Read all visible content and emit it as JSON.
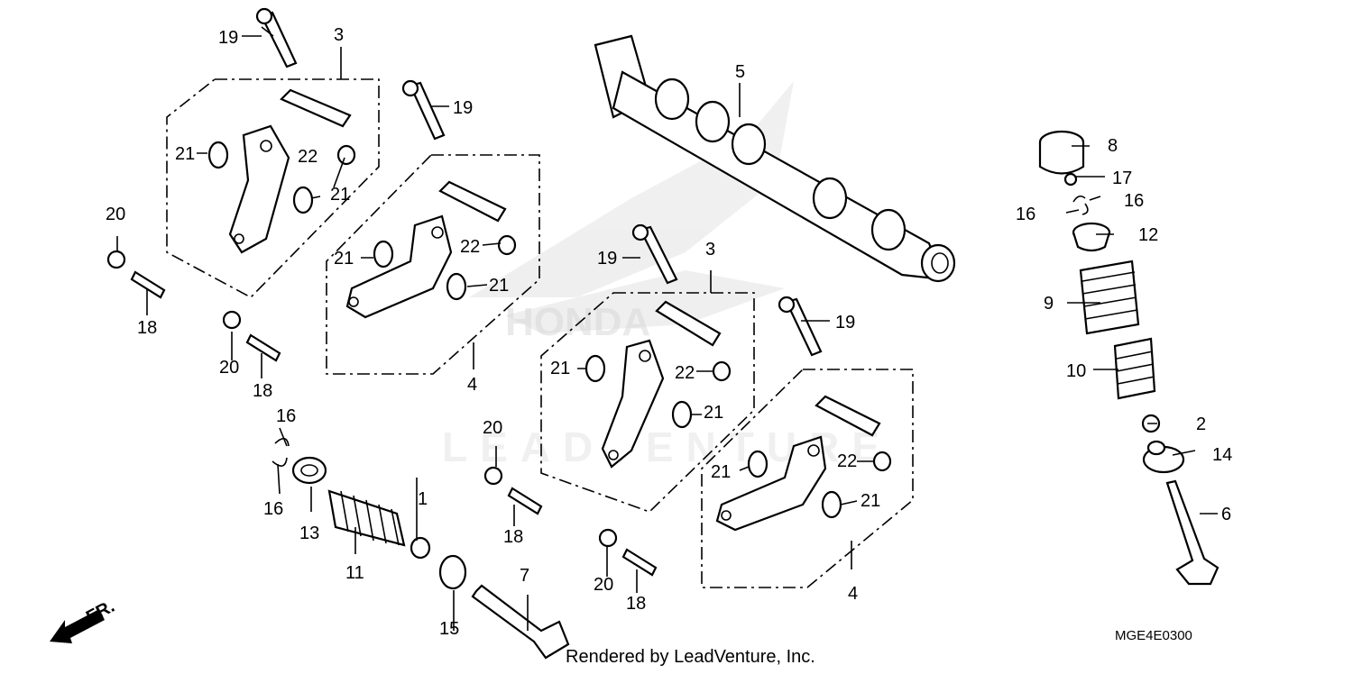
{
  "watermark": {
    "brand_mark": "LEADVENTURE",
    "logo_text": "HONDA"
  },
  "footer": {
    "credit": "Rendered by LeadVenture, Inc.",
    "diagram_code": "MGE4E0300"
  },
  "direction_label": "FR.",
  "callouts": [
    "1",
    "2",
    "3",
    "3",
    "4",
    "4",
    "5",
    "6",
    "7",
    "8",
    "9",
    "10",
    "11",
    "12",
    "13",
    "14",
    "15",
    "16",
    "16",
    "16",
    "16",
    "17",
    "18",
    "18",
    "18",
    "18",
    "19",
    "19",
    "19",
    "19",
    "20",
    "20",
    "20",
    "20",
    "21",
    "21",
    "21",
    "21",
    "21",
    "21",
    "21",
    "21",
    "22",
    "22",
    "22",
    "22"
  ]
}
